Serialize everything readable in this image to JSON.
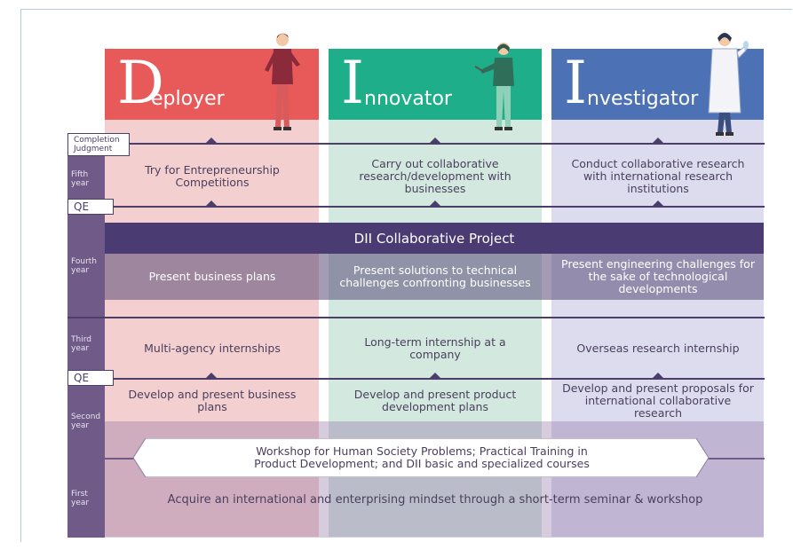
{
  "columns": [
    {
      "initial": "D",
      "rest": "eployer",
      "color": "#e8595a"
    },
    {
      "initial": "I",
      "rest": "nnovator",
      "color": "#1fae8a"
    },
    {
      "initial": "I",
      "rest": "nvestigator",
      "color": "#4c72b5"
    }
  ],
  "tags": {
    "completion": "Completion Judgment",
    "qe_top": "QE",
    "qe_mid": "QE"
  },
  "years": {
    "fifth": "Fifth year",
    "fourth": "Fourth year",
    "third": "Third year",
    "second": "Second year",
    "first": "First year"
  },
  "fifth": [
    "Try for Entrepreneurship Competitions",
    "Carry out collaborative research/development with businesses",
    "Conduct collaborative research with international research institutions"
  ],
  "project": {
    "title": "DII Collaborative Project"
  },
  "fourth": [
    "Present business plans",
    "Present solutions to technical challenges confronting businesses",
    "Present engineering challenges for the sake of technological developments"
  ],
  "third": [
    "Multi-agency internships",
    "Long-term internship at a company",
    "Overseas research internship"
  ],
  "second": [
    "Develop and present business plans",
    "Develop and present product development plans",
    "Develop and present proposals for international collaborative research"
  ],
  "workshop": "Workshop for Human Society Problems; Practical Training in Product Development; and DII basic and specialized courses",
  "first": "Acquire an international and enterprising mindset through a short-term seminar & workshop"
}
